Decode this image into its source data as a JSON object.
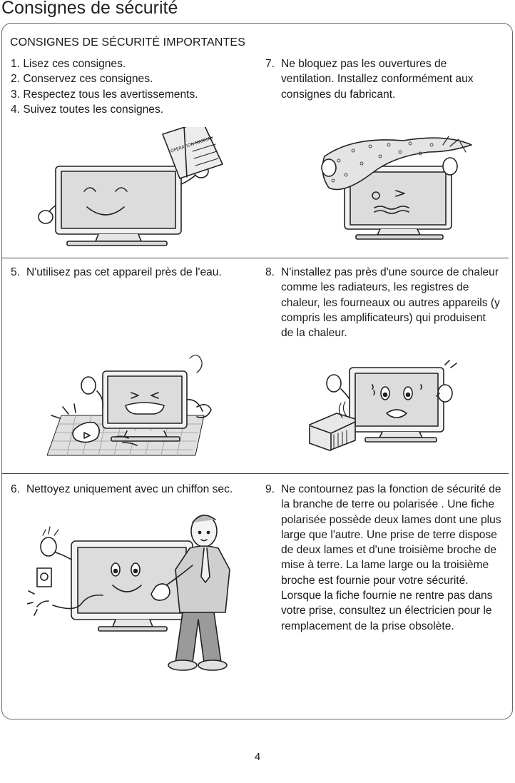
{
  "page": {
    "title": "Consignes de sécurité",
    "heading": "CONSIGNES DE SÉCURITÉ IMPORTANTES",
    "page_number": "4"
  },
  "instructions_top": [
    "1. Lisez ces consignes.",
    "2. Conservez ces consignes.",
    "3. Respectez tous les avertissements.",
    "4. Suivez toutes les consignes."
  ],
  "items": {
    "i5": {
      "num": "5.",
      "text": "N'utilisez pas cet appareil près de l'eau."
    },
    "i6": {
      "num": "6.",
      "text": "Nettoyez uniquement avec un chiffon sec."
    },
    "i7": {
      "num": "7.",
      "text": "Ne bloquez pas les ouvertures de ventilation. Installez conformément aux consignes du fabricant."
    },
    "i8": {
      "num": "8.",
      "text": "N'installez pas près d'une source de chaleur comme les radiateurs, les registres de chaleur, les fourneaux ou autres appareils (y compris les amplificateurs) qui produisent de la chaleur."
    },
    "i9": {
      "num": "9.",
      "text": "Ne contournez pas la fonction de sécurité de la branche de terre ou polarisée . Une fiche polarisée possède deux lames dont une plus large que l'autre. Une prise de terre dispose de deux lames et d'une troisième broche de mise à terre. La lame large ou la troisième broche est fournie pour votre sécurité. Lorsque la fiche fournie ne rentre pas dans votre prise, consultez un électricien pour le remplacement de la prise obsolète."
    }
  },
  "illustrations": {
    "manual_cover_text": "OPERATION MANUAL"
  }
}
